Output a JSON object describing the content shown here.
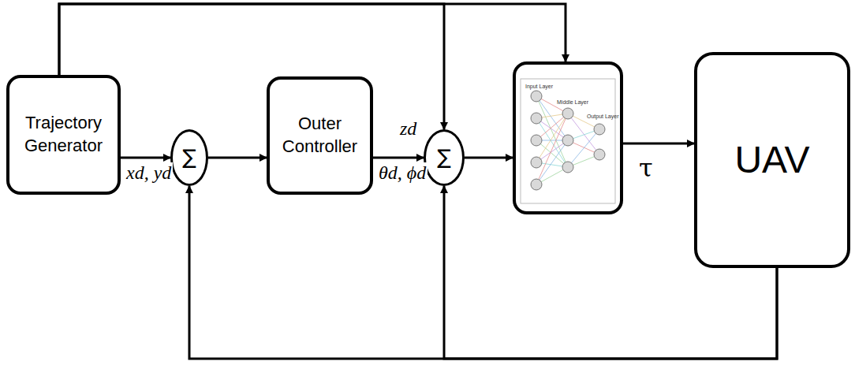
{
  "diagram": {
    "nodes": [
      {
        "text": [
          "Trajectory Generator"
        ]
      },
      {
        "text": [
          "∑"
        ]
      },
      {
        "text": [
          "Outer Controller"
        ]
      },
      {
        "text": [
          "∑"
        ]
      },
      {
        "text": [
          "Input Layer",
          "Middle Layer",
          "Output Layer"
        ]
      },
      {
        "text": [
          "UAV"
        ]
      }
    ],
    "edges": [
      {
        "from": 0,
        "to": 1,
        "arrow": "to",
        "label": "xd, yd"
      },
      {
        "from": 1,
        "to": 2,
        "arrow": "to"
      },
      {
        "from": 2,
        "to": 3,
        "arrow": "to",
        "label": "θd, ϕd"
      },
      {
        "from": 3,
        "to": 4,
        "arrow": "to"
      },
      {
        "from": 4,
        "to": 5,
        "arrow": "to",
        "label": "τ"
      },
      {
        "from": 0,
        "to": 3,
        "arrow": "to",
        "label": "zd"
      },
      {
        "from": 0,
        "to": 4,
        "arrow": "to"
      },
      {
        "from": 5,
        "to": 1,
        "arrow": "to"
      },
      {
        "from": 5,
        "to": 3,
        "arrow": "to"
      }
    ]
  }
}
